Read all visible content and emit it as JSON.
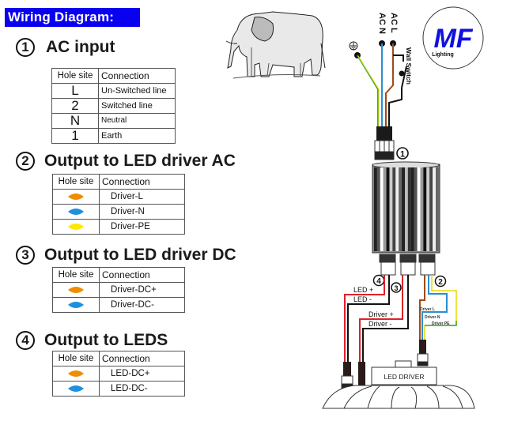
{
  "banner": "Wiring Diagram:",
  "sections": [
    {
      "num": "1",
      "title": "AC input"
    },
    {
      "num": "2",
      "title": "Output to LED driver AC"
    },
    {
      "num": "3",
      "title": "Output to LED driver DC"
    },
    {
      "num": "4",
      "title": "Output to LEDS"
    }
  ],
  "tables": {
    "headers": {
      "hole": "Hole site",
      "conn": "Connection"
    },
    "ac_input": [
      {
        "hole": "L",
        "conn": "Un-Switched line"
      },
      {
        "hole": "2",
        "conn": "Switched line"
      },
      {
        "hole": "N",
        "conn": "Neutral"
      },
      {
        "hole": "1",
        "conn": "Earth"
      }
    ],
    "driver_ac": [
      {
        "color": "#f08c00",
        "conn": "Driver-L"
      },
      {
        "color": "#1e90e0",
        "conn": "Driver-N"
      },
      {
        "color": "#ffe800",
        "conn": "Driver-PE"
      }
    ],
    "driver_dc": [
      {
        "color": "#f08c00",
        "conn": "Driver-DC+"
      },
      {
        "color": "#1e90e0",
        "conn": "Driver-DC-"
      }
    ],
    "leds": [
      {
        "color": "#f08c00",
        "conn": "LED-DC+"
      },
      {
        "color": "#1e90e0",
        "conn": "LED-DC-"
      }
    ]
  },
  "diagram": {
    "ac_n": "AC N",
    "ac_l": "AC L",
    "wall_switch": "Wall Switch",
    "port_labels": [
      "1",
      "2",
      "3",
      "4"
    ],
    "led_plus": "LED +",
    "led_minus": "LED -",
    "driver_plus": "Driver +",
    "driver_minus": "Driver  -",
    "driver_l": "Driver L",
    "driver_n": "Driver N",
    "driver_pe": "Driver PE",
    "led_driver": "LED DRIVER",
    "wire_colors": {
      "earth_green": "#3aa83a",
      "earth_yellow": "#e8d800",
      "neutral_blue": "#2a8fd0",
      "live_brown": "#a04a1a",
      "switched_black": "#111111",
      "red": "#e0202a"
    }
  },
  "logo": {
    "main": "MF",
    "sub": "Lighting",
    "color": "#1010e0"
  }
}
